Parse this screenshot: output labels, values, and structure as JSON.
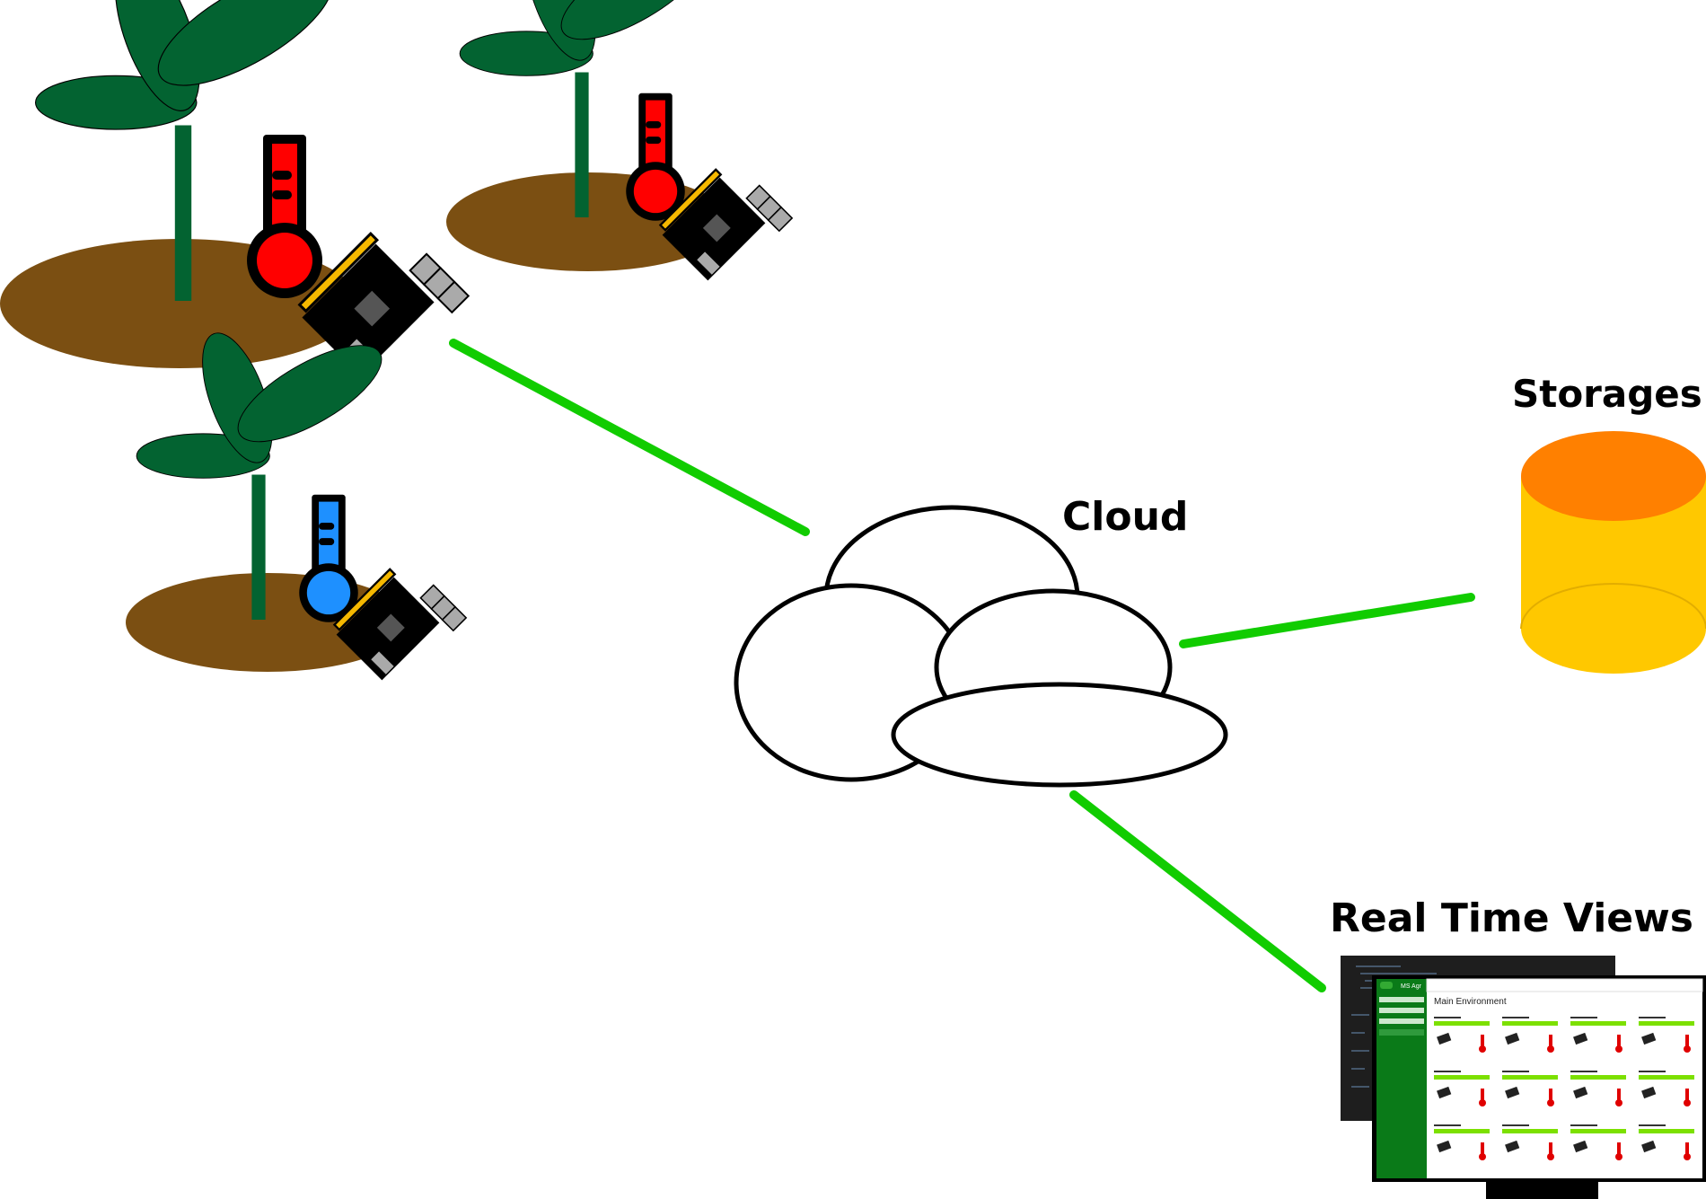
{
  "labels": {
    "cloud": "Cloud",
    "storages": "Storages",
    "realtime": "Real Time Views"
  },
  "colors": {
    "link": "#11cc00",
    "leaf": "#036331",
    "soil": "#7b4f12",
    "thermo_hot": "#ff0000",
    "thermo_cold": "#1e90ff",
    "db_top": "#ff8000",
    "db_body": "#ffc800",
    "app_green": "#0a7a18"
  },
  "icons": [
    "plant-icon",
    "thermometer-icon",
    "sensor-board-icon",
    "cloud-icon",
    "database-icon",
    "monitor-icon"
  ],
  "dashboard": {
    "app_title": "MS Agr",
    "heading": "Main Environment"
  }
}
